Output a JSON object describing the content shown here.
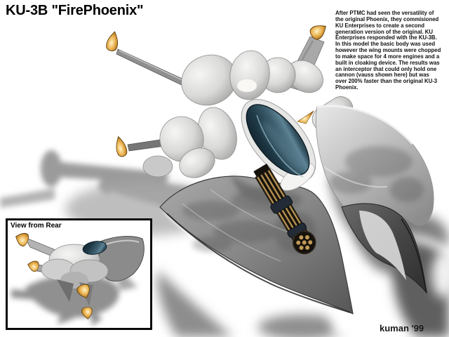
{
  "title": "KU-3B \"FirePhoenix\"",
  "description": {
    "lines": [
      "After PTMC had seen the versatility of",
      "the original Phoenix, they commisioned",
      "KU Enterprises to create a second",
      "generation version of the original.  KU",
      "Enterprises responded with the KU-3B.",
      "In this model the basic body was used",
      "however the wing mounts were chopped",
      "to make space for 4 more engines and a",
      "built in cloaking device.  The results was",
      "an interceptor that could only hold one",
      "cannon (vauss shown here) but was",
      "over 200% faster than the original KU-3",
      "Phoenix."
    ]
  },
  "inset": {
    "label": "View from Rear"
  },
  "signature": "kuman '99",
  "artwork": {
    "colors": {
      "background": "#ffffff",
      "hull_light": "#f2f2f2",
      "hull_gray": "#b9b9b9",
      "prow_gray": "#7d7d7d",
      "canopy_teal": "#1e3c4a",
      "canopy_highlight": "#5d8394",
      "tip_gold": "#eab14f",
      "gun_dark": "#241e12",
      "gun_gold": "#c09a58",
      "shadow_gray": "#8b8b8b"
    }
  }
}
